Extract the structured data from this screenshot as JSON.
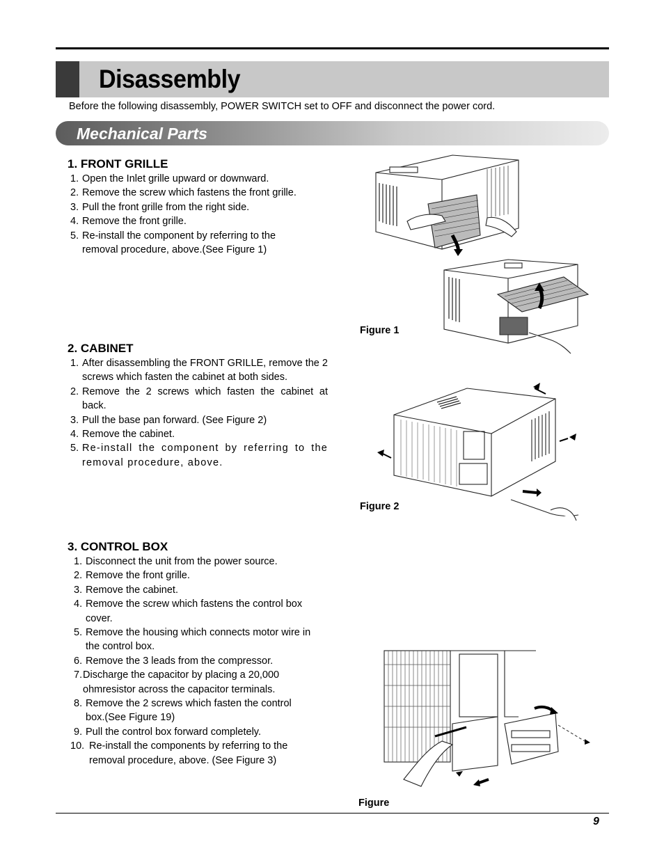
{
  "header": {
    "title": "Disassembly",
    "intro": "Before the following disassembly, POWER SWITCH set to OFF and disconnect the power cord."
  },
  "section": {
    "title": "Mechanical Parts"
  },
  "front_grille": {
    "heading": "1. FRONT GRILLE",
    "steps": [
      {
        "num": "1.",
        "text": "Open the Inlet grille upward or downward."
      },
      {
        "num": "2.",
        "text": "Remove the screw which fastens the front grille."
      },
      {
        "num": "3.",
        "text": "Pull the front grille from the right side."
      },
      {
        "num": "4.",
        "text": "Remove the front grille."
      },
      {
        "num": "5.",
        "text": "Re-install the component by referring to the removal procedure, above.(See Figure 1)"
      }
    ],
    "figure_caption": "Figure 1"
  },
  "cabinet": {
    "heading": "2. CABINET",
    "steps": [
      {
        "num": "1.",
        "text": "After disassembling the FRONT GRILLE, remove the 2 screws which fasten the cabinet at both sides."
      },
      {
        "num": "2.",
        "text": "Remove the 2 screws which fasten the cabinet at back."
      },
      {
        "num": "3.",
        "text": "Pull the base pan forward. (See Figure 2)"
      },
      {
        "num": "4.",
        "text": "Remove the cabinet."
      },
      {
        "num": "5.",
        "text": "Re-install the component by referring to the removal procedure, above."
      }
    ],
    "figure_caption": "Figure 2"
  },
  "control_box": {
    "heading": "3. CONTROL BOX",
    "steps": [
      {
        "num": "1.",
        "text": "Disconnect the unit from the power source."
      },
      {
        "num": "2.",
        "text": "Remove the front grille."
      },
      {
        "num": "3.",
        "text": "Remove the cabinet."
      },
      {
        "num": "4.",
        "text": "Remove the screw which fastens the control box cover."
      },
      {
        "num": "5.",
        "text": "Remove the housing which connects motor wire in the control box."
      },
      {
        "num": "6.",
        "text": "Remove the 3 leads from the compressor."
      },
      {
        "num": "7.",
        "text": "Discharge the capacitor by placing a 20,000 ohmresistor across the capacitor terminals."
      },
      {
        "num": "8.",
        "text": "Remove the 2 screws which fasten the control box.(See Figure 19)"
      },
      {
        "num": "9.",
        "text": "Pull the control box forward completely."
      },
      {
        "num": "10.",
        "text": "Re-install the components by referring to the removal procedure, above. (See Figure 3)"
      }
    ],
    "figure_caption": "Figure"
  },
  "footer": {
    "page_number": "9"
  }
}
